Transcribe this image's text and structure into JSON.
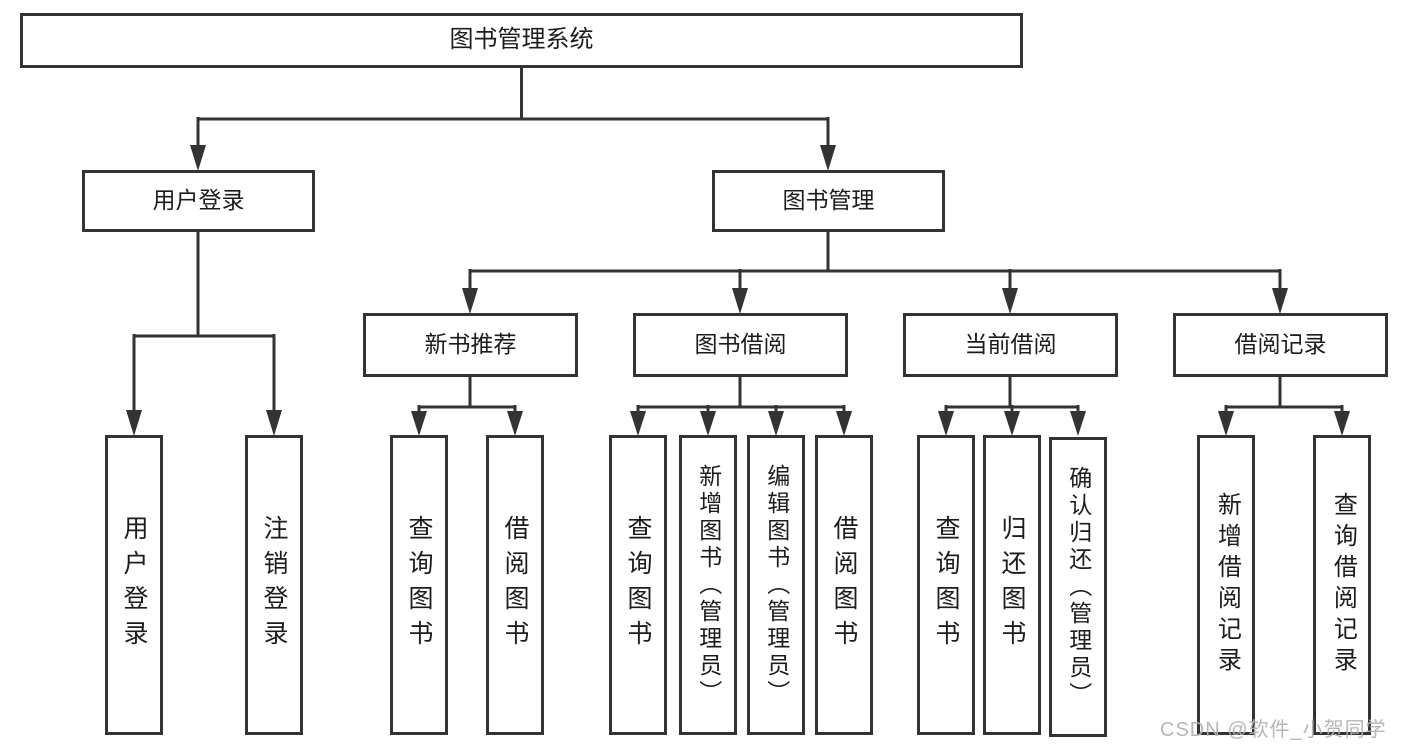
{
  "diagram": {
    "title": "图书管理系统",
    "root_label": "图书管理系统",
    "level2": [
      {
        "label": "用户登录"
      },
      {
        "label": "图书管理"
      }
    ],
    "level3": [
      {
        "label": "新书推荐"
      },
      {
        "label": "图书借阅"
      },
      {
        "label": "当前借阅"
      },
      {
        "label": "借阅记录"
      }
    ],
    "leaves": {
      "user_login": [
        "用户登录",
        "注销登录"
      ],
      "new_book_recommend": [
        "查询图书",
        "借阅图书"
      ],
      "book_borrow": [
        "查询图书",
        "新增图书（管理员）",
        "编辑图书（管理员）",
        "借阅图书"
      ],
      "current_borrow": [
        "查询图书",
        "归还图书",
        "确认归还（管理员）"
      ],
      "borrow_records": [
        "新增借阅记录",
        "查询借阅记录"
      ]
    }
  },
  "watermark": {
    "text": "CSDN @软件_小贺同学"
  },
  "colors": {
    "line": "#333333",
    "box_border": "#333333",
    "text": "#1c1c1c",
    "watermark": "#b2b2b2",
    "background": "#ffffff"
  }
}
